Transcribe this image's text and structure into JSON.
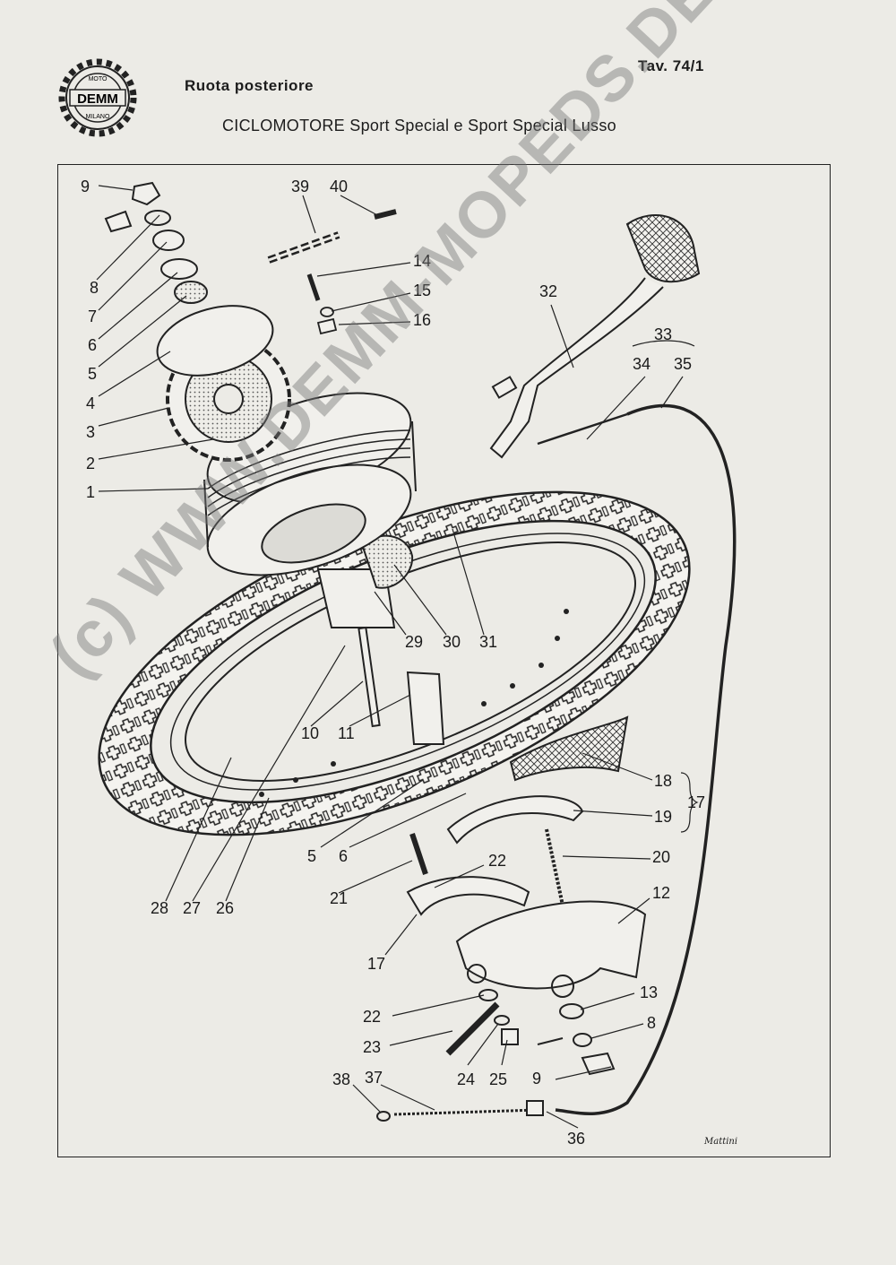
{
  "header": {
    "title": "Ruota posteriore",
    "plate": "Tav. 74/1",
    "subtitle": "CICLOMOTORE Sport Special e Sport Special Lusso",
    "logo": {
      "top_text": "MOTO",
      "center_text": "DEMM",
      "bottom_text": "MILANO",
      "icon": "gear-icon"
    }
  },
  "labels": {
    "l9a": "9",
    "l8a": "8",
    "l7": "7",
    "l6a": "6",
    "l5a": "5",
    "l4": "4",
    "l3": "3",
    "l2": "2",
    "l1": "1",
    "l39": "39",
    "l40": "40",
    "l14": "14",
    "l15": "15",
    "l16": "16",
    "l32": "32",
    "l33": "33",
    "l34": "34",
    "l35": "35",
    "l29": "29",
    "l30": "30",
    "l31": "31",
    "l10": "10",
    "l11": "11",
    "l18": "18",
    "l19": "19",
    "l17a": "17",
    "l20": "20",
    "l5b": "5",
    "l6b": "6",
    "l22a": "22",
    "l21": "21",
    "l12": "12",
    "l28": "28",
    "l27": "27",
    "l26": "26",
    "l17b": "17",
    "l13": "13",
    "l22b": "22",
    "l8b": "8",
    "l23": "23",
    "l24": "24",
    "l25": "25",
    "l9b": "9",
    "l38": "38",
    "l37": "37",
    "l36": "36"
  },
  "signature": "Mattini",
  "watermark": "(c) WWW.DEMM-MOPEDS.DE"
}
